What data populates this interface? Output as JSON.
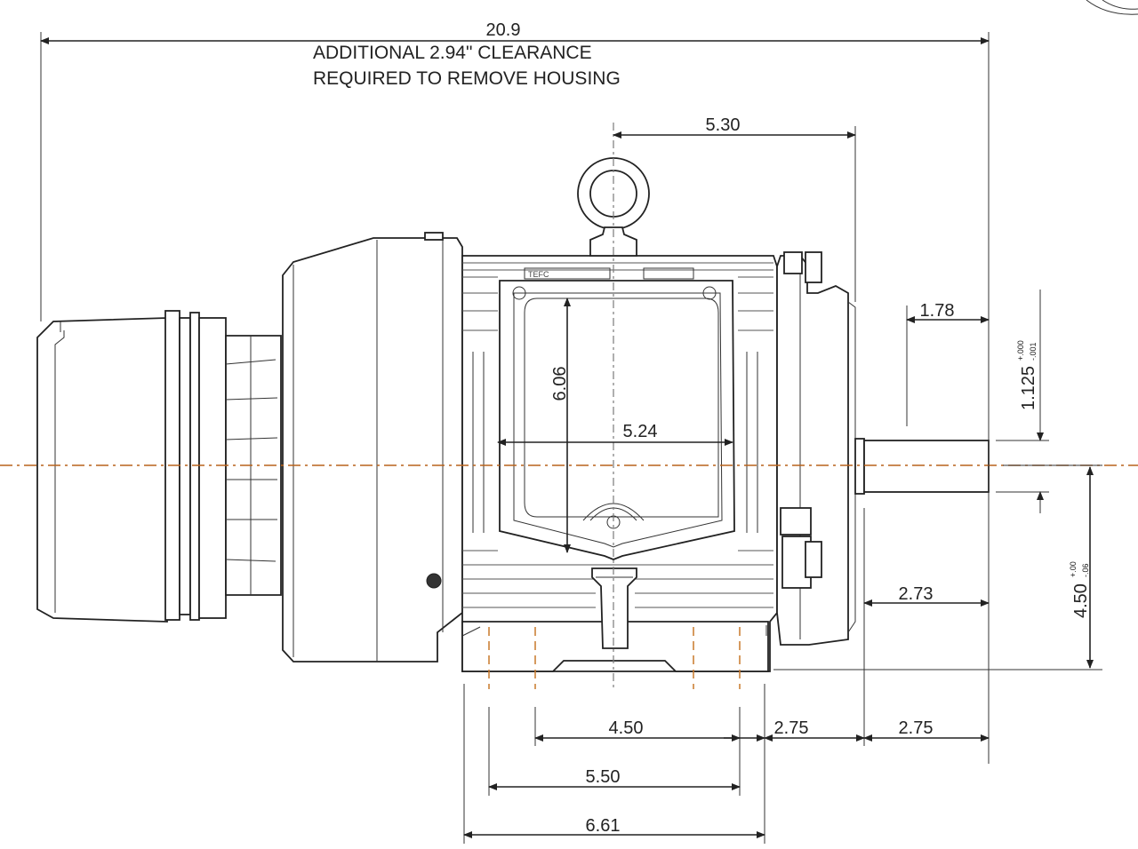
{
  "dimensions": {
    "overall_length": "20.9",
    "clearance_note_line1": "ADDITIONAL 2.94\" CLEARANCE",
    "clearance_note_line2": "REQUIRED TO REMOVE HOUSING",
    "eyebolt_to_face": "5.30",
    "shaft_length": "1.78",
    "shaft_diameter": "1.125",
    "shaft_diameter_tol_upper": "+.000",
    "shaft_diameter_tol_lower": "-.001",
    "conduit_box_height": "6.06",
    "conduit_box_width": "5.24",
    "shaft_height": "4.50",
    "shaft_height_tol_upper": "+.00",
    "shaft_height_tol_lower": "-.06",
    "shaft_extension": "2.73",
    "foot_hole_spacing_short": "4.50",
    "foot_hole_spacing_long": "5.50",
    "foot_length": "6.61",
    "foot_to_shoulder": "2.75",
    "shoulder_to_shaft_end": "2.75"
  },
  "nameplate": {
    "text": "TEFC"
  },
  "colors": {
    "line": "#222222",
    "centerline": "#b8621b"
  }
}
